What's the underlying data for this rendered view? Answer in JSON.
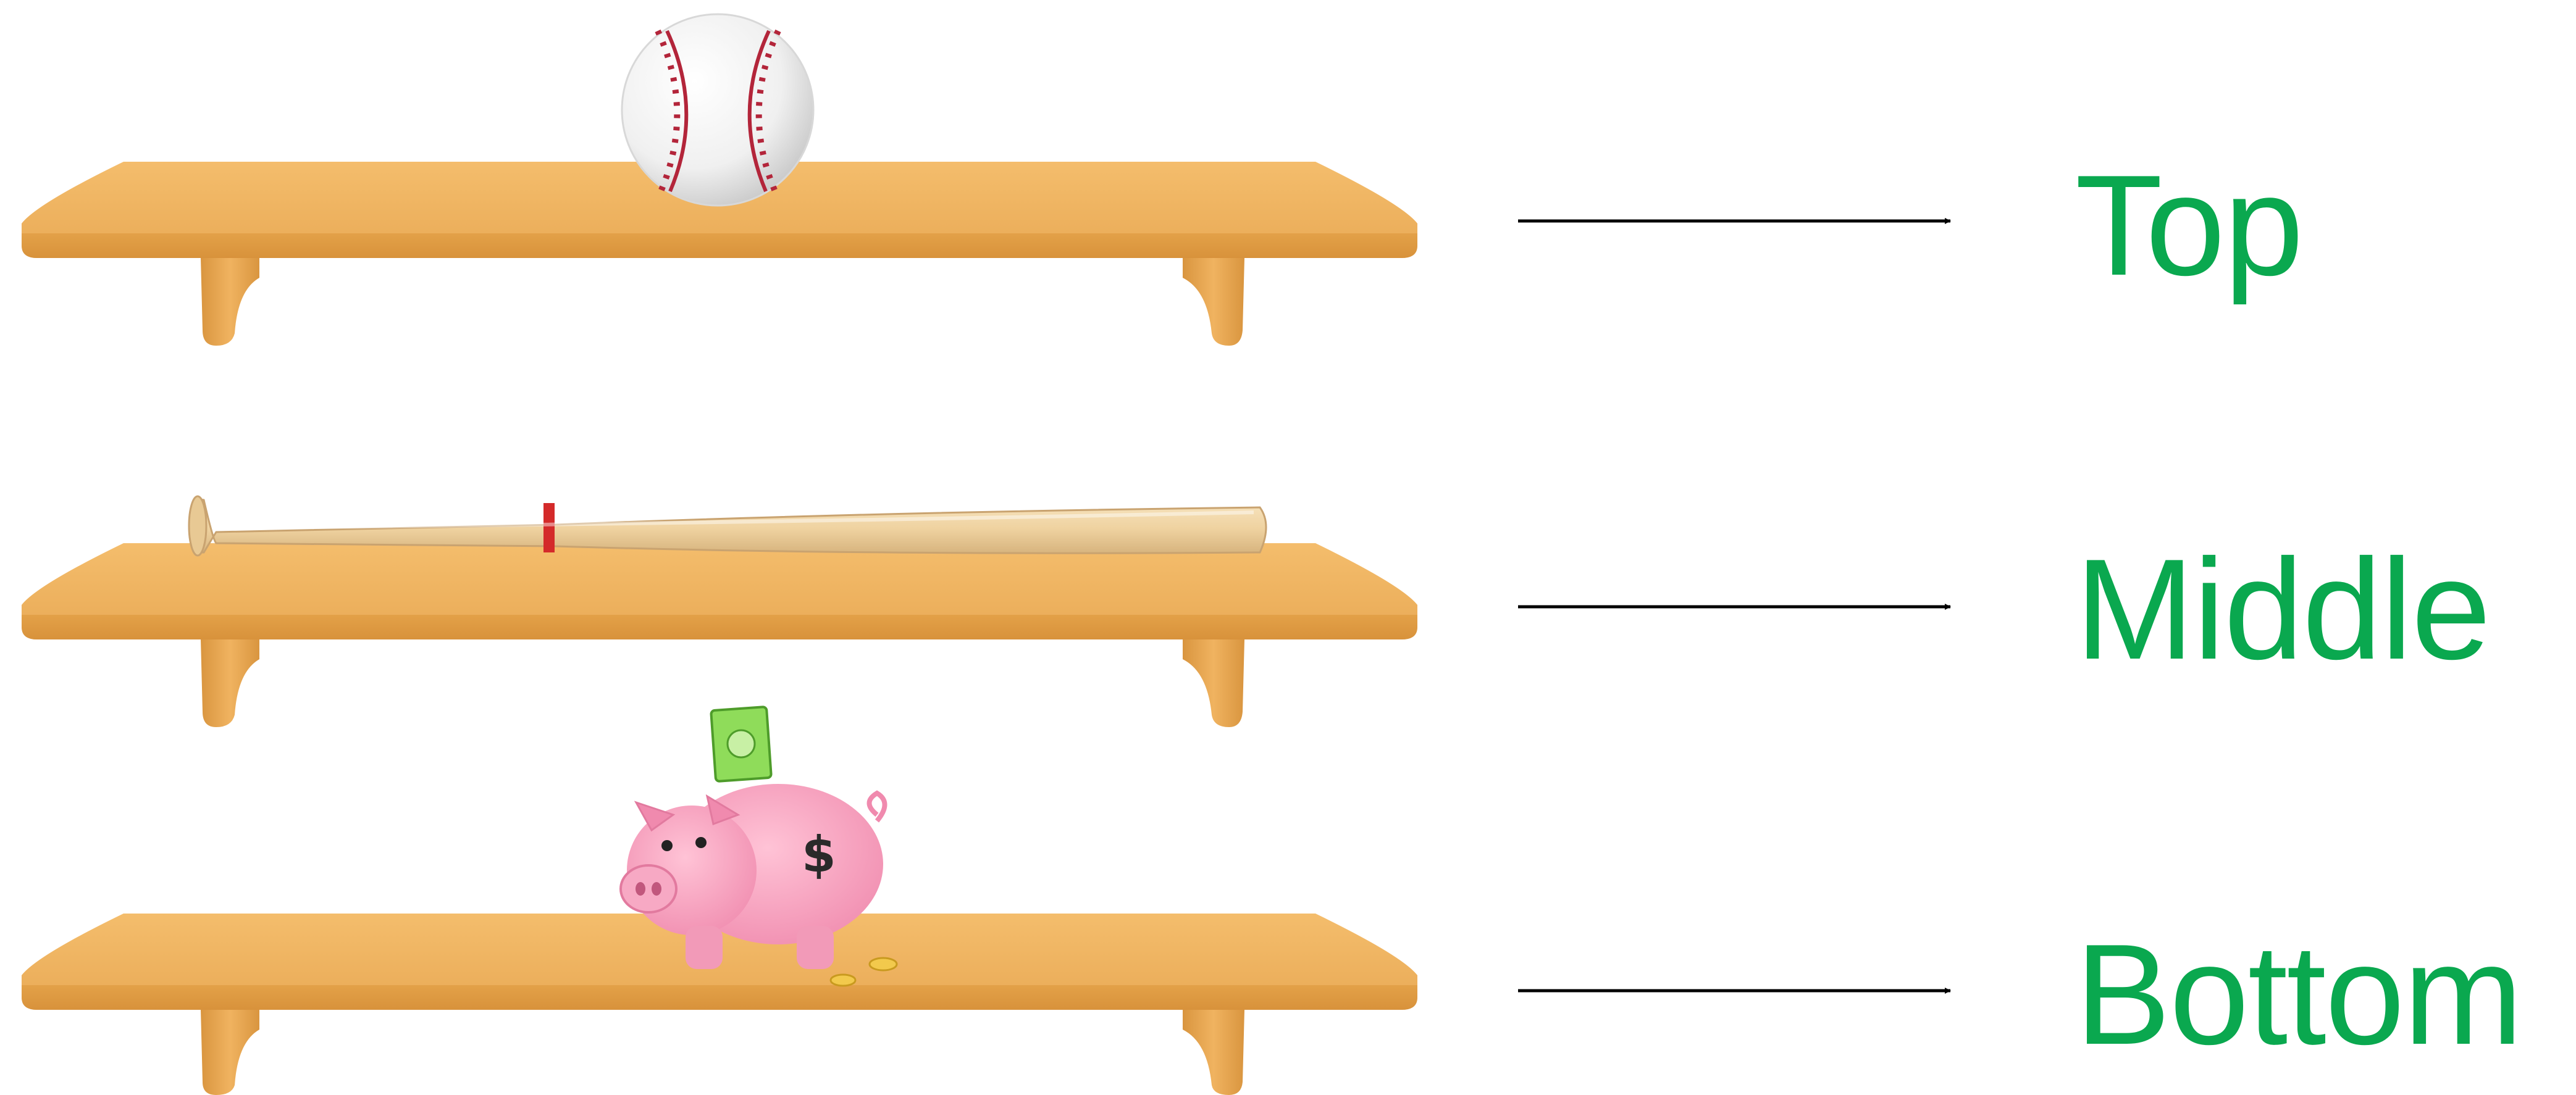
{
  "colors": {
    "label": "#0aa84f",
    "shelf_top": "#eeb462",
    "shelf_front": "#e2a04a",
    "bracket": "#e6a652",
    "arrow": "#000000",
    "bat": "#f1d7a8",
    "bat_band": "#d42a2a",
    "piggy": "#f5a0bd",
    "money": "#7ed04a",
    "coin": "#f2c94c"
  },
  "shelves": [
    {
      "label": "Top",
      "item": "baseball-icon"
    },
    {
      "label": "Middle",
      "item": "baseball-bat-icon"
    },
    {
      "label": "Bottom",
      "item": "piggy-bank-icon"
    }
  ]
}
